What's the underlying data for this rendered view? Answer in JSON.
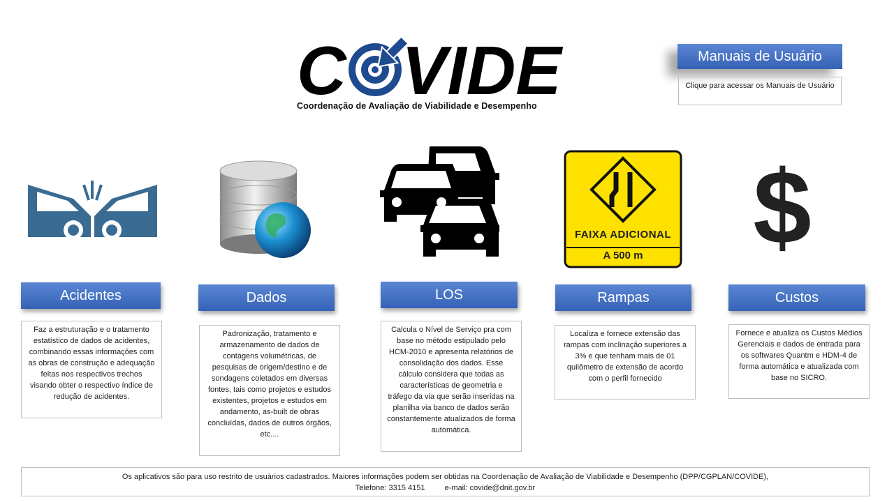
{
  "logo": {
    "text": "COVIDE",
    "subtitle": "Coordenação de Avaliação de Viabilidade e Desempenho"
  },
  "manuals": {
    "button_label": "Manuais de Usuário",
    "description": "Clique para acessar os Manuais de Usuário"
  },
  "modules": [
    {
      "label": "Acidentes",
      "icon": "car-crash-icon",
      "description": "Faz a estruturação e o tratamento estatístico de dados de acidentes, combinando essas informações com as obras de construção e adequação feitas nos respectivos trechos visando obter o respectivo índice de redução de acidentes."
    },
    {
      "label": "Dados",
      "icon": "database-globe-icon",
      "description": "Padronização, tratamento e armazenamento de dados de contagens volumétricas, de pesquisas de origem/destino e de sondagens coletados em diversas fontes, tais como projetos e estudos existentes, projetos e estudos em andamento, as-built de obras concluídas, dados de outros órgãos, etc...."
    },
    {
      "label": "LOS",
      "icon": "traffic-cars-icon",
      "description": "Calcula o Nível de Serviço pra com base no método estipulado pelo HCM-2010 e apresenta relatórios de consolidação dos dados. Esse cálculo considera que todas as características de geometria e tráfego da via que serão inseridas na planilha via banco de dados serão constantemente atualizados de forma automática."
    },
    {
      "label": "Rampas",
      "icon": "road-sign-icon",
      "sign_line1": "FAIXA ADICIONAL",
      "sign_line2": "A 500 m",
      "description": "Localiza e fornece extensão das rampas com inclinação superiores a 3% e que tenham mais de 01 quilômetro de extensão de acordo com o perfil fornecido"
    },
    {
      "label": "Custos",
      "icon": "dollar-icon",
      "description": "Fornece e atualiza os Custos Médios Gerenciais e dados de entrada para os softwares Quantm e HDM-4 de forma automática e atualizada com base no SICRO."
    }
  ],
  "footer": {
    "line1": "Os aplicativos são para uso restrito de usuários cadastrados. Maiores informações podem ser obtidas na Coordenação de Avaliação de Viabilidade e Desempenho  (DPP/CGPLAN/COVIDE),",
    "phone": "Telefone:  3315 4151",
    "email": "e-mail: covide@dnit.gov.br"
  },
  "colors": {
    "button_blue": "#3f6ec1",
    "logo_blue": "#1f3f8a",
    "crash_blue": "#3a6b93",
    "sign_yellow": "#ffe100"
  }
}
